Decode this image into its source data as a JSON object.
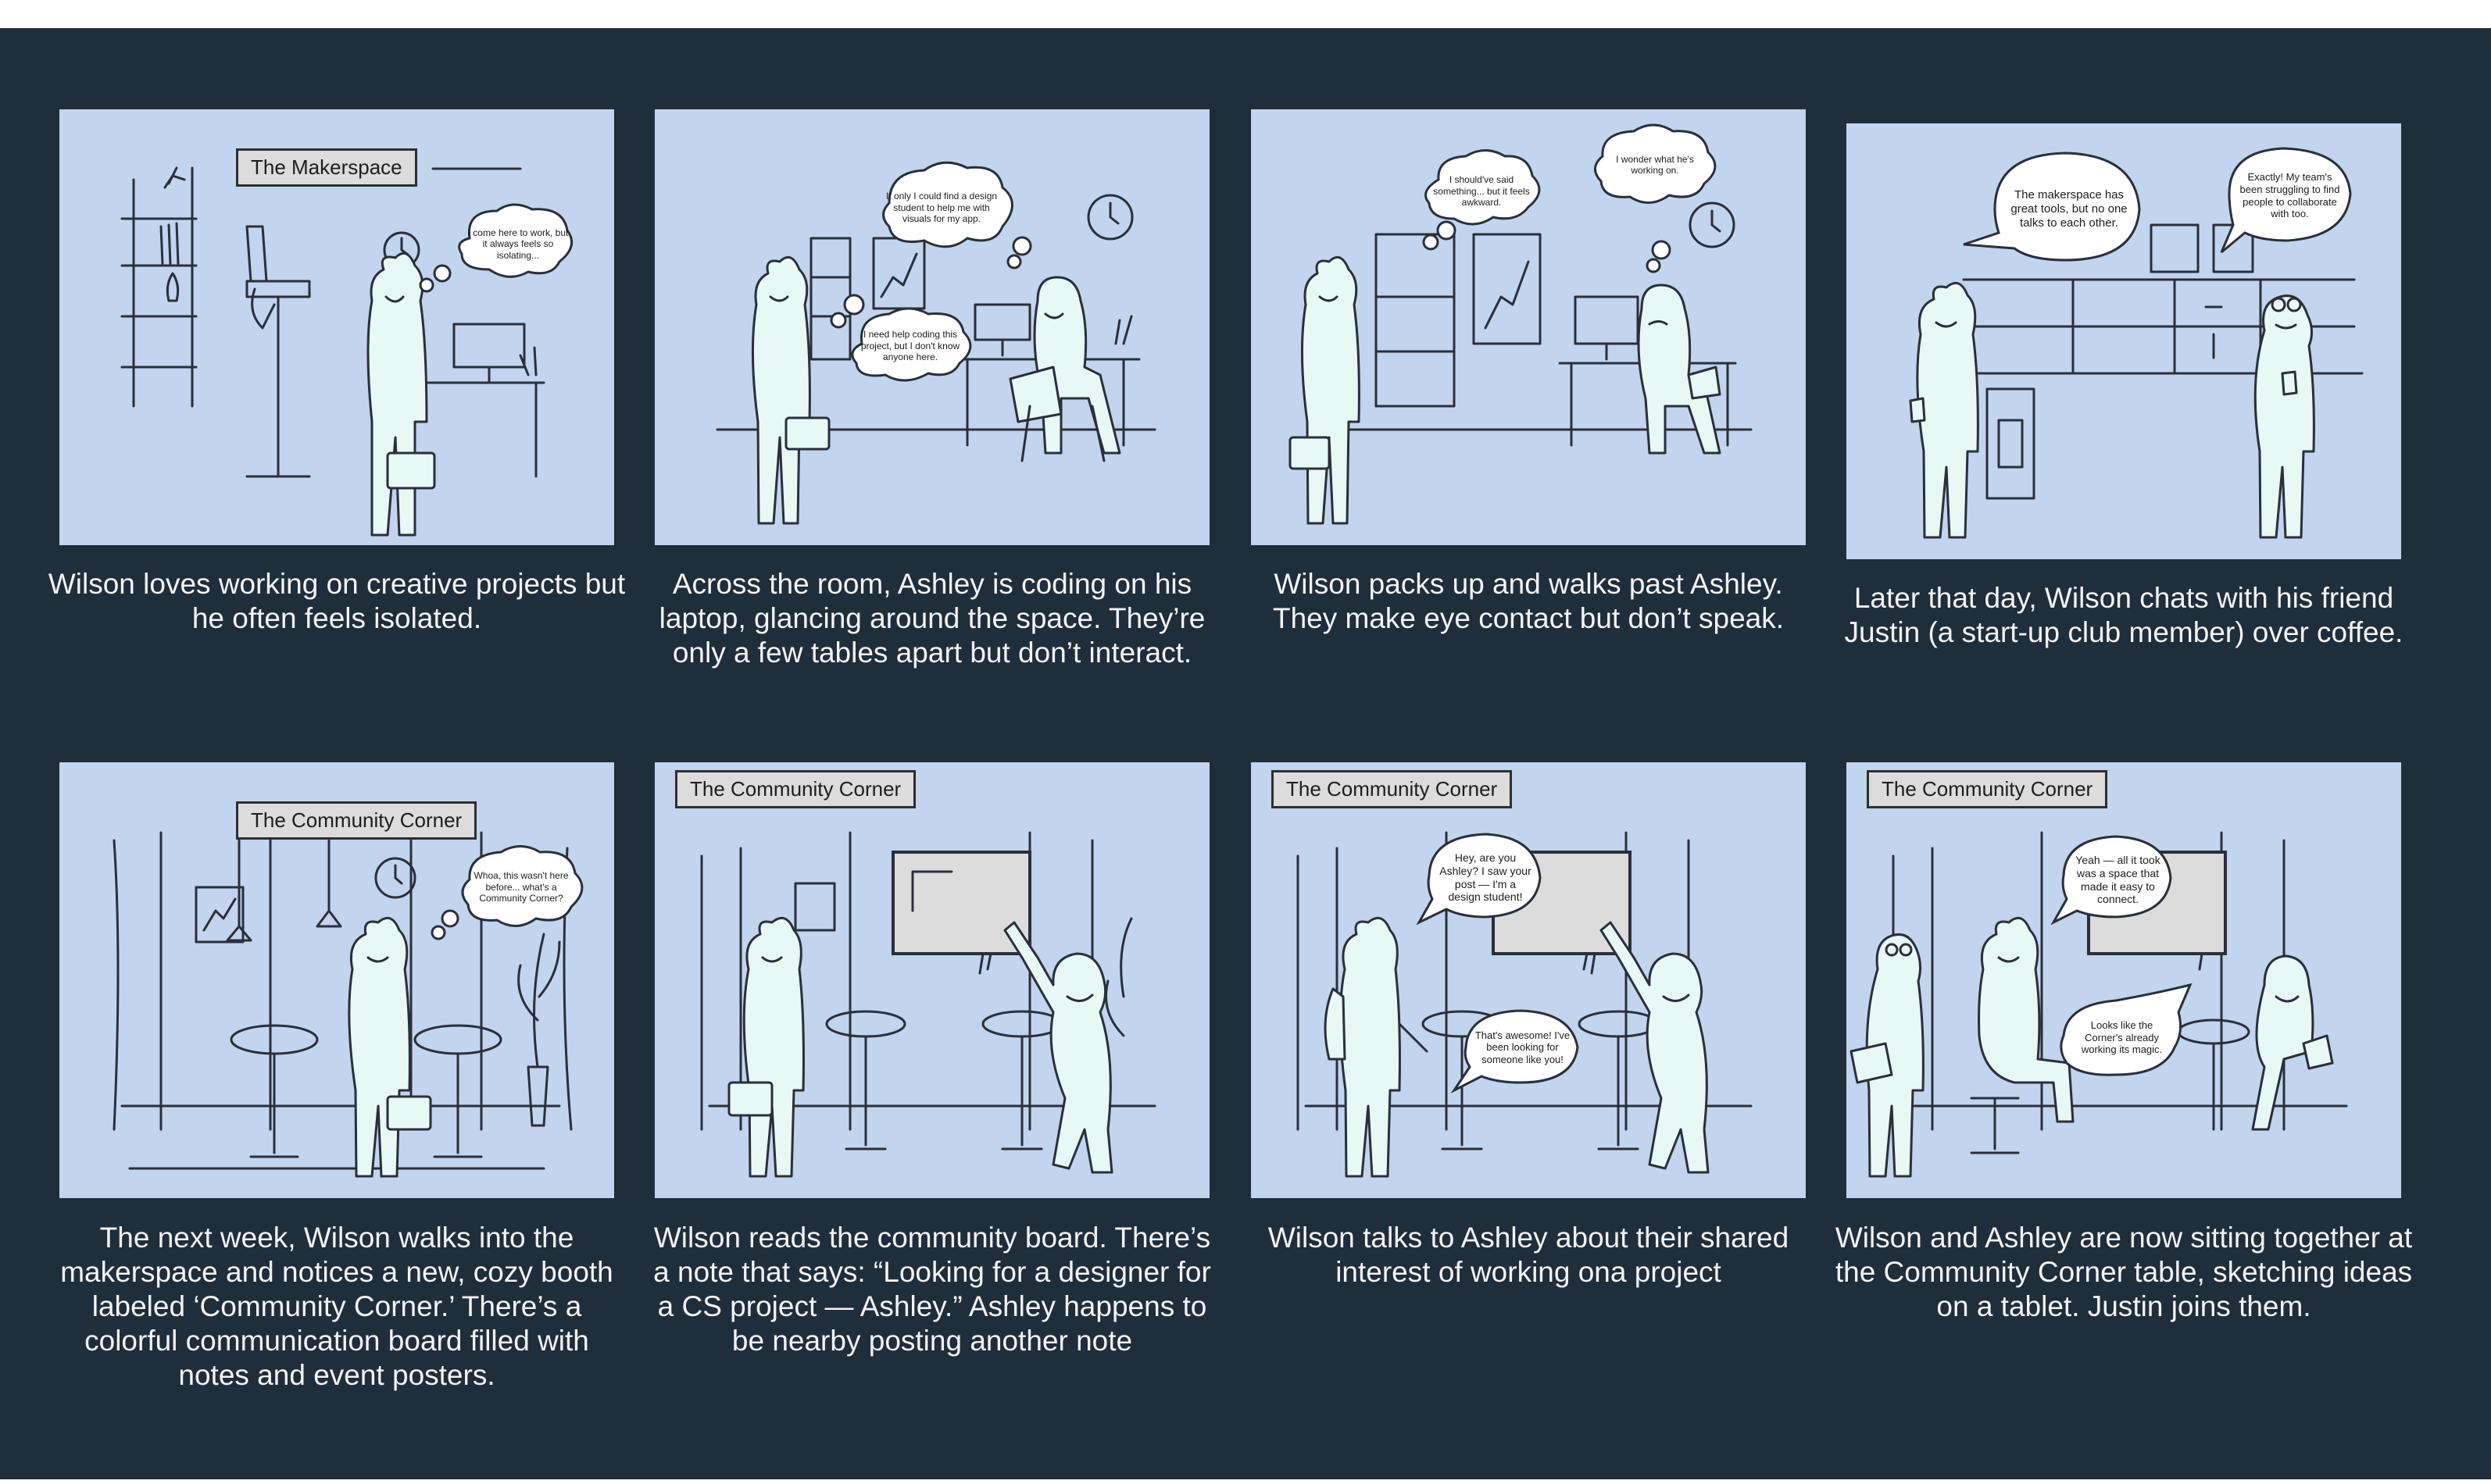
{
  "panels": [
    {
      "sign": "The Makerspace",
      "bubbles": [
        "I come here to work, but it always feels so isolating..."
      ],
      "caption": "Wilson loves working on creative projects but he often feels isolated."
    },
    {
      "sign": "",
      "bubbles": [
        "If only I could find a design student to help me with visuals for my app.",
        "I need help coding this project, but I don't know anyone here."
      ],
      "caption": "Across the room, Ashley is coding on his laptop, glancing around the space. They’re only a few tables apart but don’t interact."
    },
    {
      "sign": "",
      "bubbles": [
        "I should've said something... but it feels awkward.",
        "I wonder what he's working on."
      ],
      "caption": "Wilson packs up and walks past Ashley. They make eye contact but don’t speak."
    },
    {
      "sign": "",
      "bubbles": [
        "The makerspace has great tools, but no one talks to each other.",
        "Exactly! My team's been struggling to find people to collaborate with too."
      ],
      "caption": "Later that day, Wilson chats with his friend Justin (a start-up club member) over coffee."
    },
    {
      "sign": "The Community Corner",
      "bubbles": [
        "Whoa, this wasn't here before... what's a Community Corner?"
      ],
      "caption": "The next week, Wilson walks into the makerspace and notices a new, cozy booth labeled ‘Community Corner.’ There’s a colorful communication board filled with notes and event posters."
    },
    {
      "sign": "The Community Corner",
      "bubbles": [],
      "caption": "Wilson reads the community board. There’s a note that says: “Looking for a designer for a CS project — Ashley.” Ashley happens to be nearby posting another note"
    },
    {
      "sign": "The Community Corner",
      "bubbles": [
        "Hey, are you Ashley? I saw your post — I'm a design student!",
        "That's awesome! I've been looking for someone like you!"
      ],
      "caption": "Wilson talks to Ashley about their shared interest of working ona project"
    },
    {
      "sign": "The Community Corner",
      "bubbles": [
        "Yeah — all it took was a space that made it easy to connect.",
        "Looks like the Corner's already working its magic."
      ],
      "caption": "Wilson and Ashley are now sitting together at the Community Corner table, sketching ideas on a tablet. Justin joins them."
    }
  ],
  "colors": {
    "background": "#202d3b",
    "panel": "#c2d4ee",
    "figure_fill": "#e8f8f5",
    "caption_text": "#f2f4f7"
  }
}
